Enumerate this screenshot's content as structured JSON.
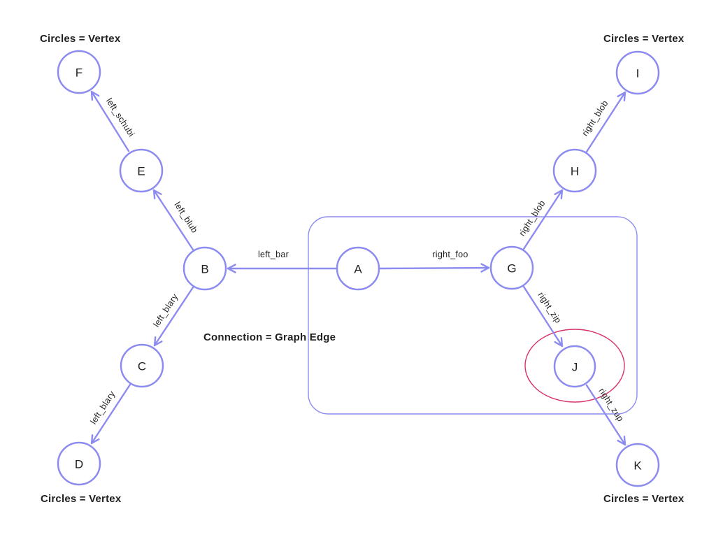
{
  "colors": {
    "stroke": "#8c8cf0",
    "highlight": "#d6336c",
    "text": "#1f1f1f"
  },
  "annotations": {
    "top_left": "Circles = Vertex",
    "top_right": "Circles = Vertex",
    "bottom_left": "Circles = Vertex",
    "bottom_right": "Circles = Vertex",
    "center": "Connection = Graph Edge"
  },
  "nodes": [
    {
      "id": "F",
      "label": "F"
    },
    {
      "id": "E",
      "label": "E"
    },
    {
      "id": "B",
      "label": "B"
    },
    {
      "id": "C",
      "label": "C"
    },
    {
      "id": "D",
      "label": "D"
    },
    {
      "id": "A",
      "label": "A"
    },
    {
      "id": "G",
      "label": "G"
    },
    {
      "id": "H",
      "label": "H"
    },
    {
      "id": "I",
      "label": "I"
    },
    {
      "id": "J",
      "label": "J"
    },
    {
      "id": "K",
      "label": "K"
    }
  ],
  "edges": [
    {
      "from": "E",
      "to": "F",
      "label": "left_schubi"
    },
    {
      "from": "B",
      "to": "E",
      "label": "left_blub"
    },
    {
      "from": "A",
      "to": "B",
      "label": "left_bar"
    },
    {
      "from": "B",
      "to": "C",
      "label": "left_blary"
    },
    {
      "from": "C",
      "to": "D",
      "label": "left_blary"
    },
    {
      "from": "A",
      "to": "G",
      "label": "right_foo"
    },
    {
      "from": "G",
      "to": "H",
      "label": "right_blob"
    },
    {
      "from": "H",
      "to": "I",
      "label": "right_blob"
    },
    {
      "from": "G",
      "to": "J",
      "label": "right_zip"
    },
    {
      "from": "J",
      "to": "K",
      "label": "right_zup"
    }
  ]
}
